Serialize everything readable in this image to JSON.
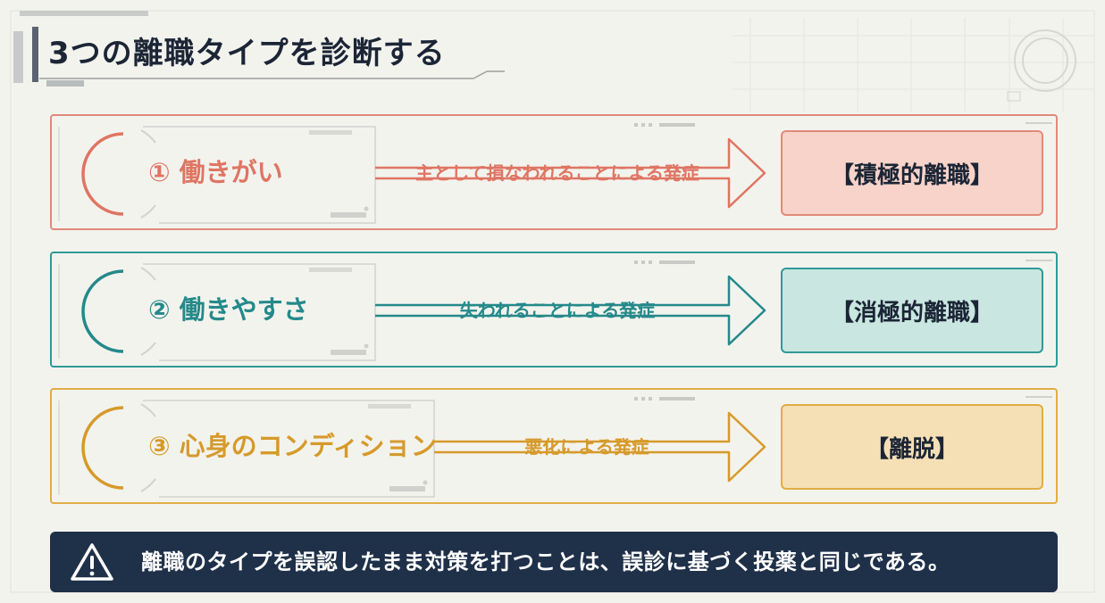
{
  "title": "3つの離職タイプを診断する",
  "colors": {
    "type1": "#df7563",
    "type2": "#25898a",
    "type3": "#d69a2b",
    "warning_bg": "#1f3049"
  },
  "types": [
    {
      "name": "① 働きがい",
      "cause": "主として損なわれることによる発症",
      "result": "【積極的離職】"
    },
    {
      "name": "② 働きやすさ",
      "cause": "失われることによる発症",
      "result": "【消極的離職】"
    },
    {
      "name": "③ 心身のコンディション",
      "cause": "悪化による発症",
      "result": "【離脱】"
    }
  ],
  "warning": {
    "icon": "warning-triangle-icon",
    "text": "離職のタイプを誤認したまま対策を打つことは、誤診に基づく投薬と同じである。"
  }
}
